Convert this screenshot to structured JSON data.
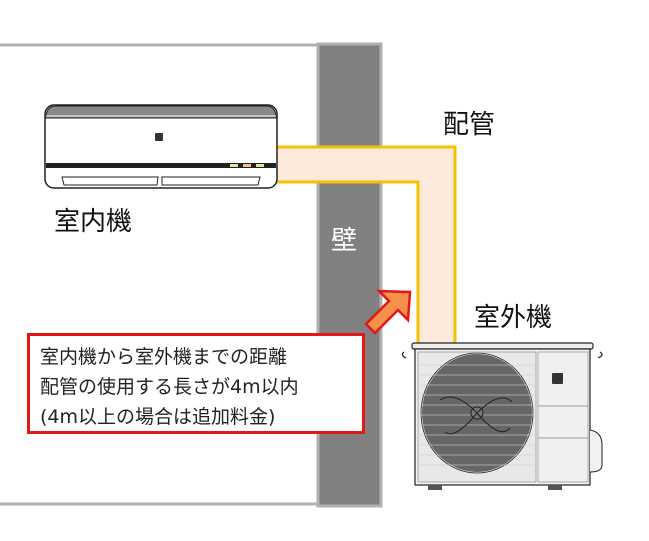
{
  "labels": {
    "pipe": "配管",
    "indoor_unit": "室内機",
    "wall": "壁",
    "outdoor_unit": "室外機"
  },
  "note": {
    "lines": [
      "室内機から室外機までの距離",
      "配管の使用する長さが4m以内",
      "(4m以上の場合は追加料金)"
    ]
  },
  "colors": {
    "wall": "#808080",
    "pipe_fill": "#fde9dc",
    "pipe_outline": "#f5c000",
    "arrow": "#f7914a",
    "note_border": "#e01818"
  }
}
